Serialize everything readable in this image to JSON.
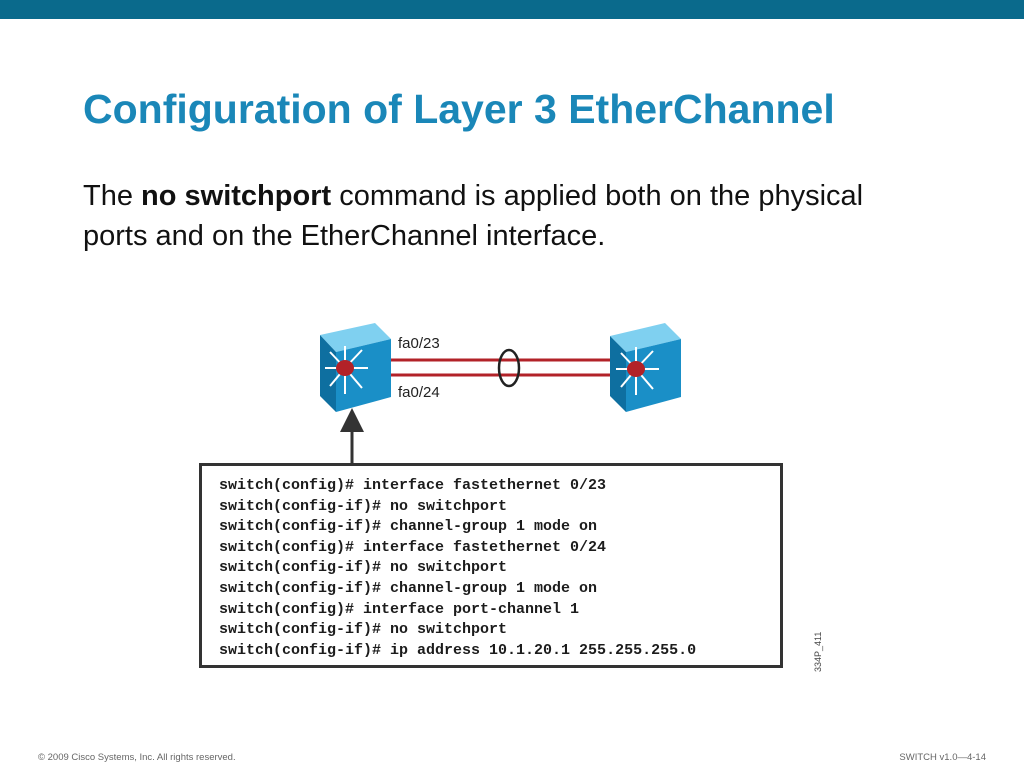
{
  "slide": {
    "title": "Configuration of Layer 3 EtherChannel",
    "body_prefix": "The ",
    "body_bold": "no switchport",
    "body_suffix": " command is applied both on the physical ports and on the EtherChannel interface."
  },
  "diagram": {
    "port_top": "fa0/23",
    "port_bottom": "fa0/24",
    "link_color": "#b22228",
    "switch_color": "#1a8fc7",
    "switch_icon": "layer3-switch-icon"
  },
  "cli": {
    "lines": [
      "switch(config)# interface fastethernet 0/23",
      "switch(config-if)# no switchport",
      "switch(config-if)# channel-group 1 mode on",
      "switch(config)# interface fastethernet 0/24",
      "switch(config-if)# no switchport",
      "switch(config-if)# channel-group 1 mode on",
      "switch(config)# interface port-channel 1",
      "switch(config-if)# no switchport",
      "switch(config-if)# ip address 10.1.20.1 255.255.255.0"
    ]
  },
  "figure_id": "334P_411",
  "footer": {
    "copyright": "© 2009 Cisco Systems, Inc. All rights reserved.",
    "course": "SWITCH v1.0—4-14"
  }
}
